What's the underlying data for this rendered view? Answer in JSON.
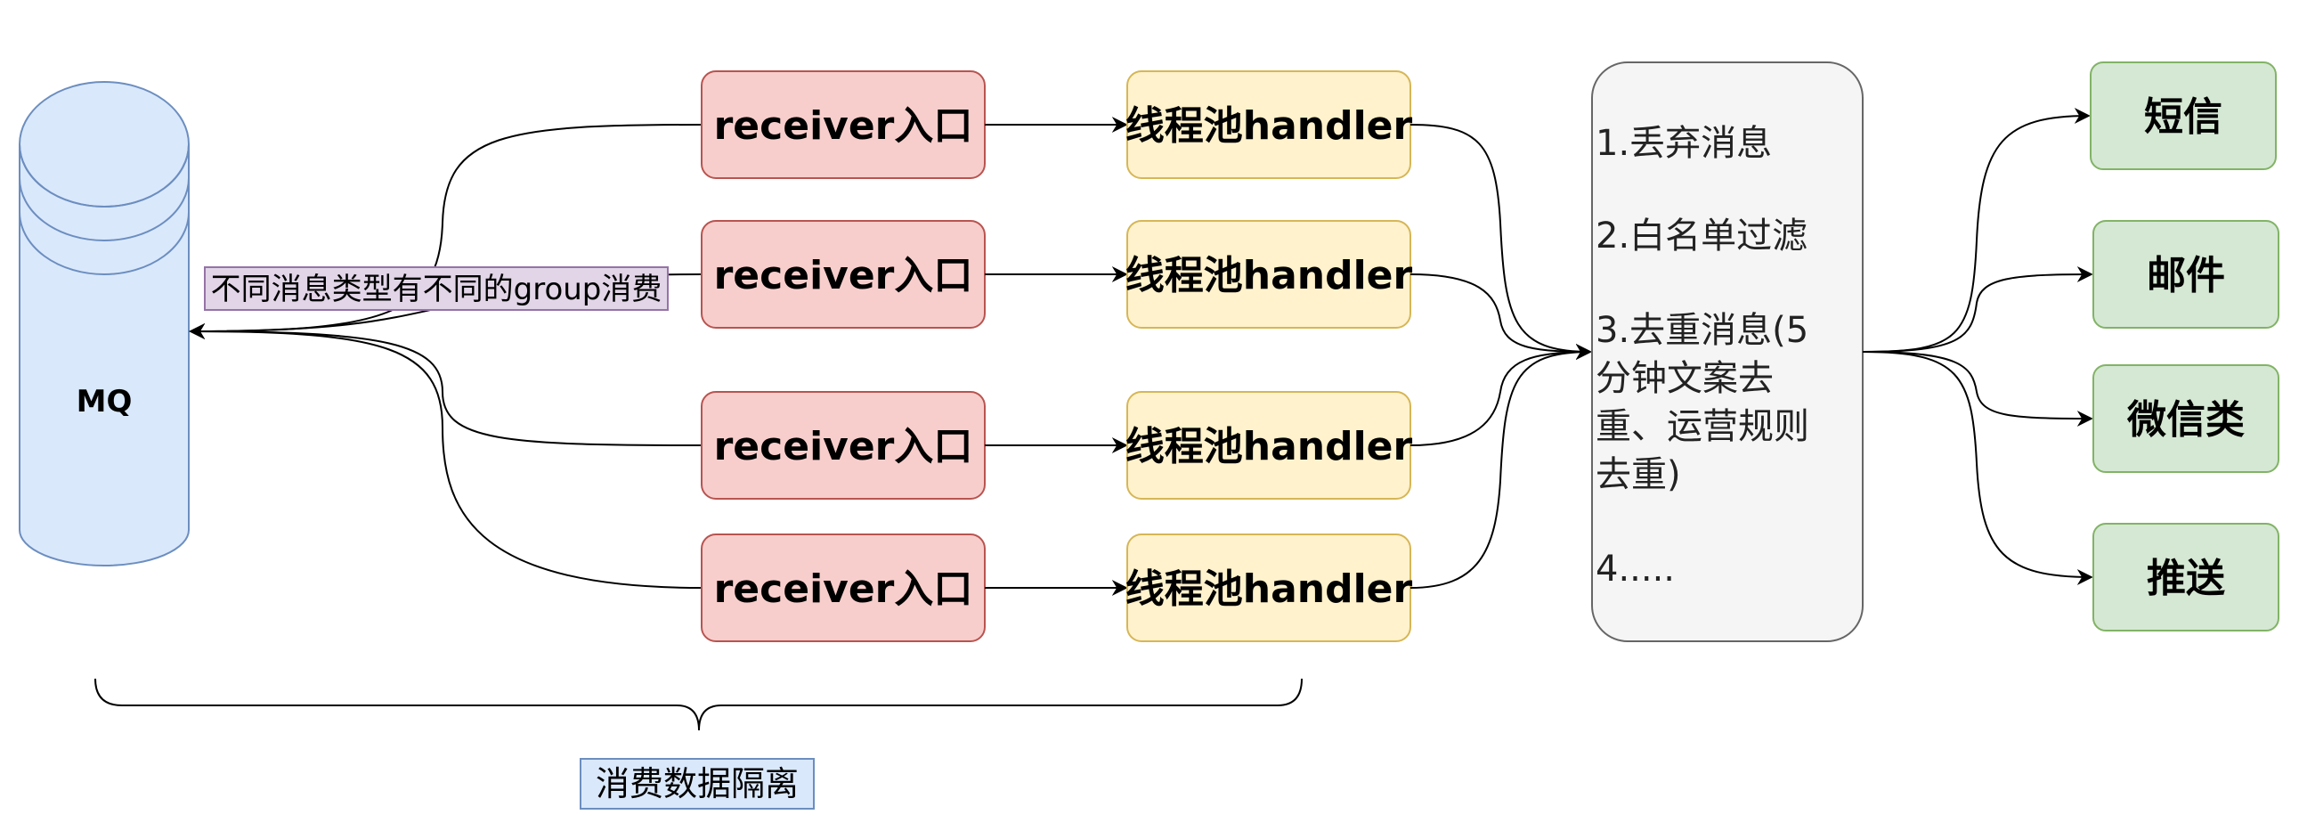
{
  "mq": {
    "label": "MQ"
  },
  "group_note": "不同消息类型有不同的group消费",
  "receivers": [
    "receiver入口",
    "receiver入口",
    "receiver入口",
    "receiver入口"
  ],
  "handlers": [
    "线程池handler",
    "线程池handler",
    "线程池handler",
    "线程池handler"
  ],
  "filter": {
    "lines": [
      "1.丢弃消息",
      "",
      "2.白名单过滤",
      "",
      "3.去重消息(5",
      "分钟文案去",
      "重、运营规则",
      "去重)",
      "",
      "4....."
    ]
  },
  "channels": [
    "短信",
    "邮件",
    "微信类",
    "推送"
  ],
  "isolation_label": "消费数据隔离",
  "colors": {
    "mq_fill": "#dae8fc",
    "mq_stroke": "#6c8ebf",
    "receiver_fill": "#f8cecc",
    "receiver_stroke": "#b85450",
    "handler_fill": "#fff2cc",
    "handler_stroke": "#d6b656",
    "filter_fill": "#f5f5f5",
    "filter_stroke": "#666666",
    "channel_fill": "#d5e8d4",
    "channel_stroke": "#82b366",
    "note_fill": "#e1d5e7",
    "note_stroke": "#9673a6"
  }
}
